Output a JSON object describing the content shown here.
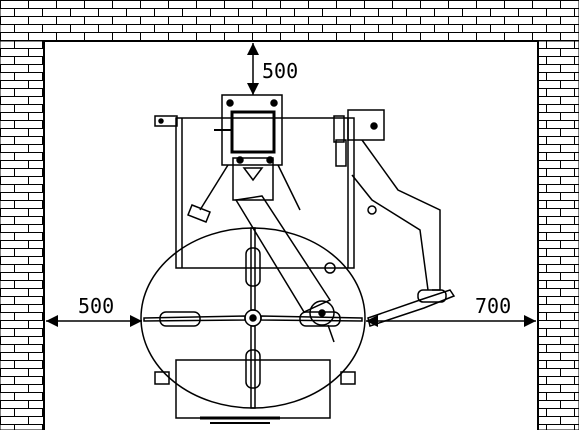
{
  "dimensions": {
    "top_clearance": "500",
    "left_clearance": "500",
    "right_clearance": "700"
  },
  "colors": {
    "line": "#000000",
    "background": "#ffffff"
  }
}
